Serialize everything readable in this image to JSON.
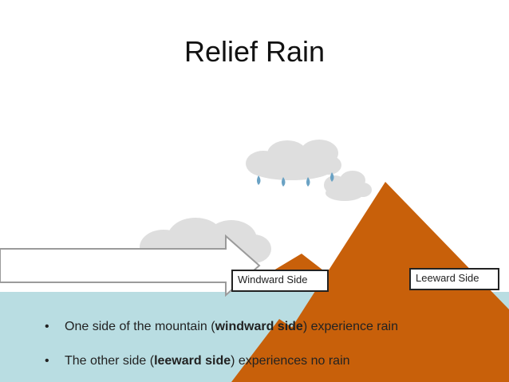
{
  "title": "Relief Rain",
  "labels": {
    "windward": "Windward Side",
    "leeward": "Leeward Side"
  },
  "bullets": [
    {
      "pre": "One side of the mountain (",
      "bold": "windward side",
      "post": ") experience rain"
    },
    {
      "pre": "The other side (",
      "bold": "leeward side",
      "post": ") experiences no rain"
    }
  ],
  "colors": {
    "mountain": "#c8600a",
    "sea": "#b9dde2",
    "cloud": "#dedede",
    "rain": "#6aa2c4"
  }
}
